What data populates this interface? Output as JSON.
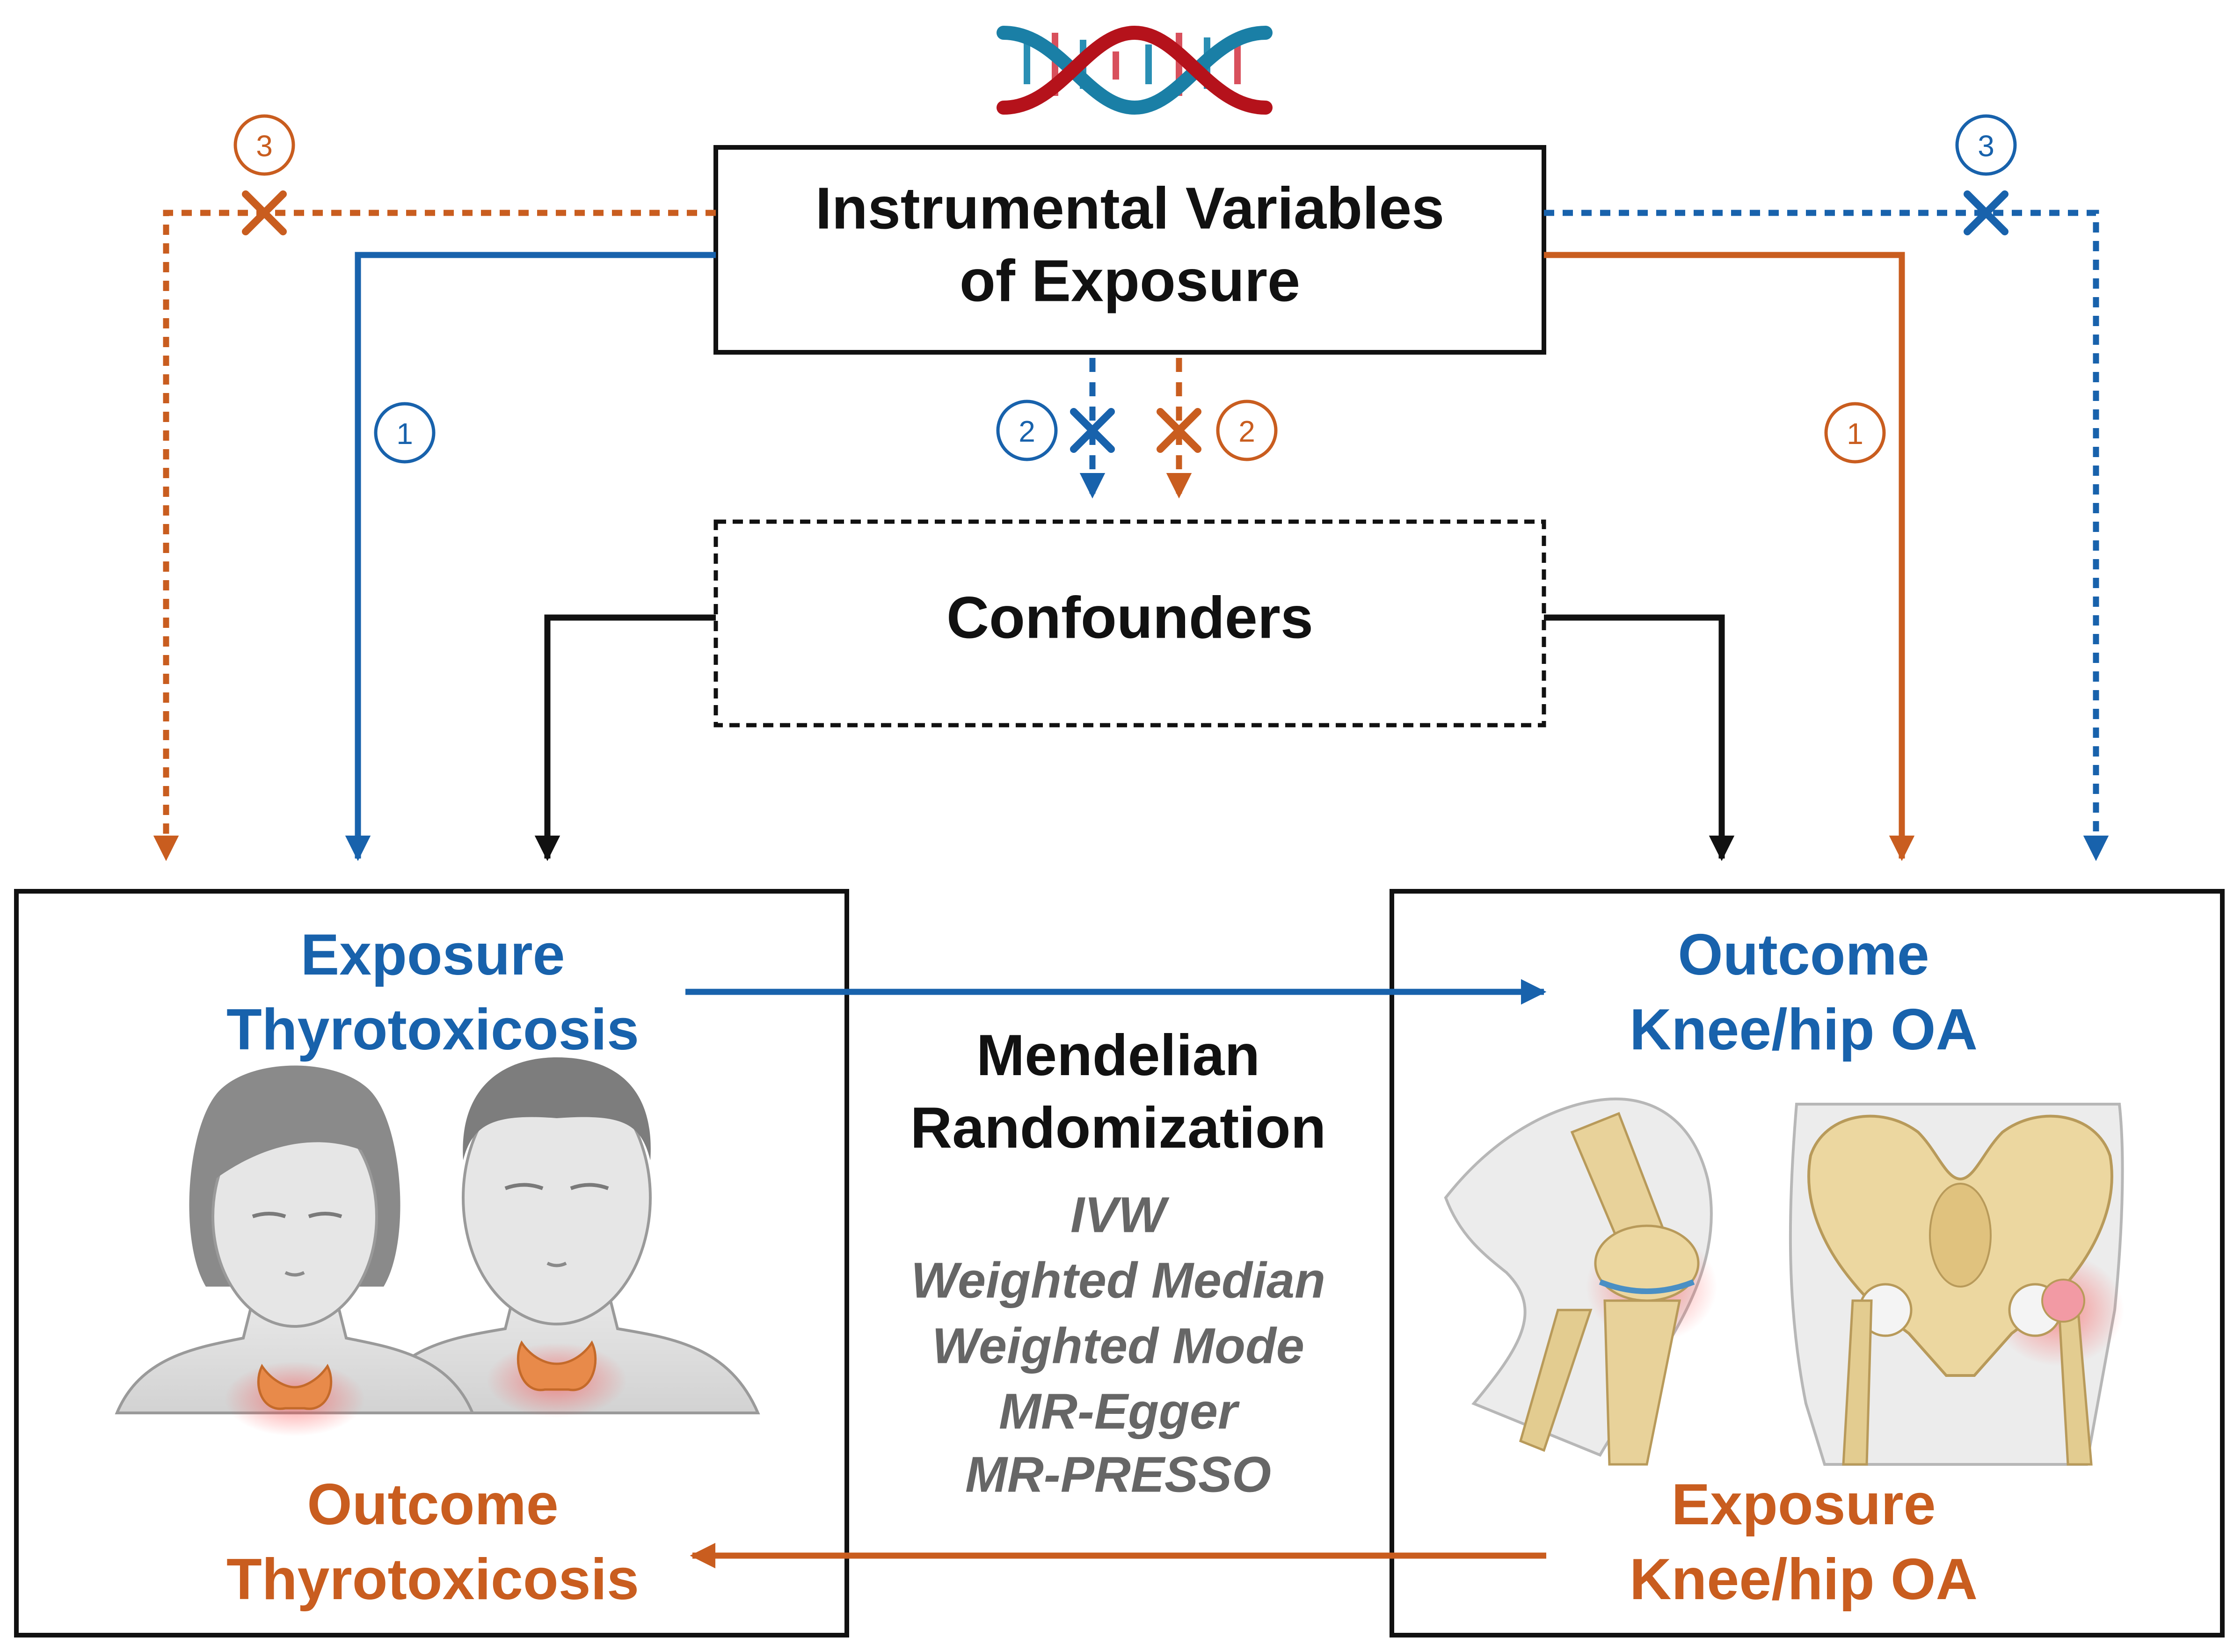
{
  "colors": {
    "blue": "#1862ac",
    "orange": "#c95d1f",
    "black": "#111111",
    "gray": "#666666"
  },
  "iv_box": {
    "line1": "Instrumental Variables",
    "line2": "of Exposure"
  },
  "confounders": {
    "label": "Confounders"
  },
  "left_box": {
    "top_line1": "Exposure",
    "top_line2": "Thyrotoxicosis",
    "bottom_line1": "Outcome",
    "bottom_line2": "Thyrotoxicosis"
  },
  "right_box": {
    "top_line1": "Outcome",
    "top_line2": "Knee/hip OA",
    "bottom_line1": "Exposure",
    "bottom_line2": "Knee/hip OA"
  },
  "center": {
    "title_line1": "Mendelian",
    "title_line2": "Randomization",
    "methods": [
      "IVW",
      "Weighted Median",
      "Weighted Mode",
      "MR-Egger",
      "MR-PRESSO"
    ]
  },
  "markers": {
    "one": "1",
    "two": "2",
    "three": "3"
  },
  "icons": [
    "dna-icon",
    "faces-thyroid-illustration",
    "knee-hip-illustration"
  ]
}
